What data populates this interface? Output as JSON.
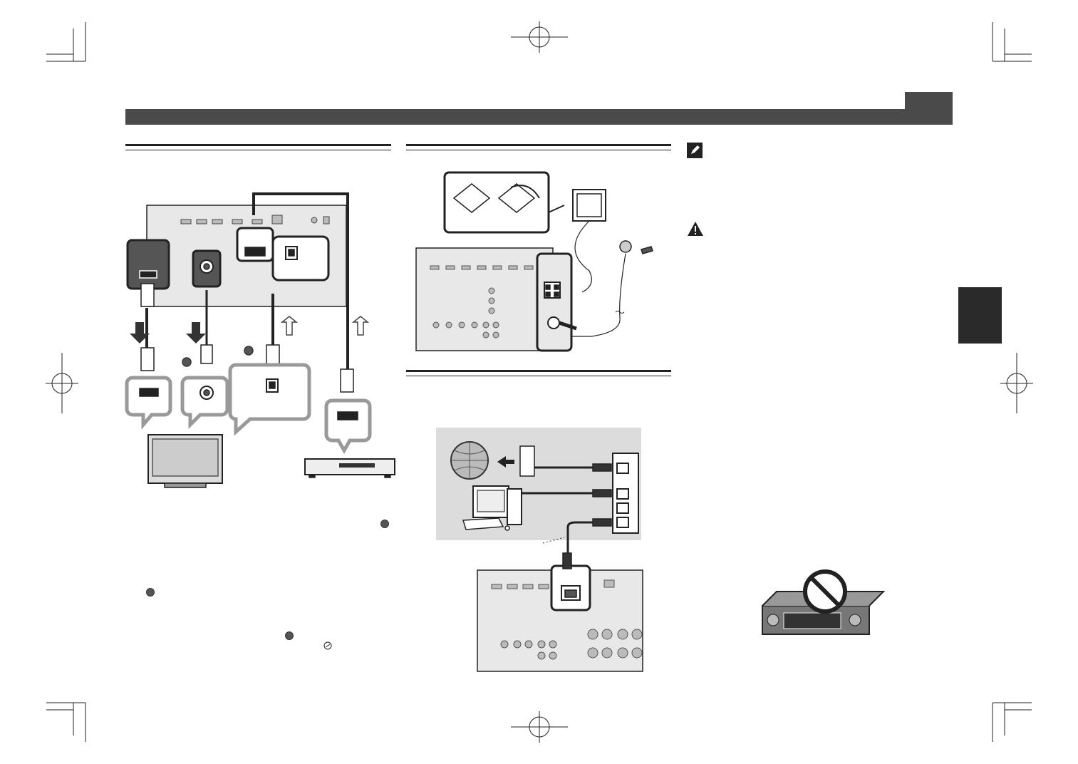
{
  "page": {
    "accent_color": "#4a4a4a",
    "side_tab_color": "#2a2a2a"
  },
  "sections": [
    {
      "id": "tv-connection",
      "icons": [
        "hdmi-icon",
        "optical-icon",
        "coaxial-icon"
      ]
    },
    {
      "id": "antenna-connection",
      "icons": [
        "am-antenna-icon",
        "fm-antenna-icon"
      ]
    },
    {
      "id": "network-connection",
      "icons": [
        "internet-globe-icon",
        "router-icon",
        "computer-icon",
        "lan-port-icon"
      ]
    },
    {
      "id": "notes",
      "icons": [
        "pencil-note-icon",
        "warning-icon",
        "no-stacking-icon"
      ]
    }
  ]
}
